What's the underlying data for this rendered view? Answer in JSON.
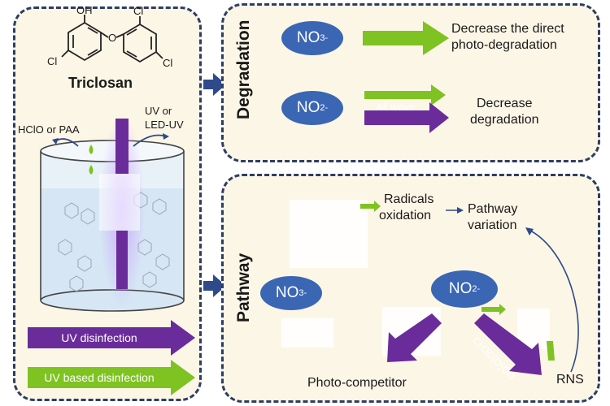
{
  "left": {
    "molecule_name": "Triclosan",
    "atoms": {
      "oh": "OH",
      "o": "O",
      "cl": "Cl"
    },
    "oxidant_label": "HClO or PAA",
    "uv_label_line1": "UV or",
    "uv_label_line2": "LED-UV",
    "uv_disinfection": "UV disinfection",
    "uv_based_disinfection": "UV based disinfection"
  },
  "degradation": {
    "title": "Degradation",
    "nitrate": {
      "base": "NO",
      "sub": "3",
      "sup": "-"
    },
    "nitrite": {
      "base": "NO",
      "sub": "2",
      "sup": "-"
    },
    "nitrate_effect_line1": "Decrease the direct",
    "nitrate_effect_line2": "photo-degradation",
    "nitrite_effect_line1": "Decrease",
    "nitrite_effect_line2": "degradation",
    "overlap_arrow_text": "All wave"
  },
  "pathway": {
    "title": "Pathway",
    "nitrate": {
      "base": "NO",
      "sub": "3",
      "sup": "-"
    },
    "nitrite": {
      "base": "NO",
      "sub": "2",
      "sup": "-"
    },
    "radicals_line1": "Radicals",
    "radicals_line2": "oxidation",
    "variation_line1": "Pathway",
    "variation_line2": "variation",
    "photo_competitor": "Photo-competitor",
    "rns": "RNS",
    "acetyl_label": "CH3C(O)OO"
  },
  "colors": {
    "panel_border": "#2d3d66",
    "panel_bg": "#fcf6e6",
    "ellipse": "#3a66b4",
    "purple": "#6a2c9a",
    "green": "#7ec322",
    "connector_arrow": "#2e4a8a"
  }
}
